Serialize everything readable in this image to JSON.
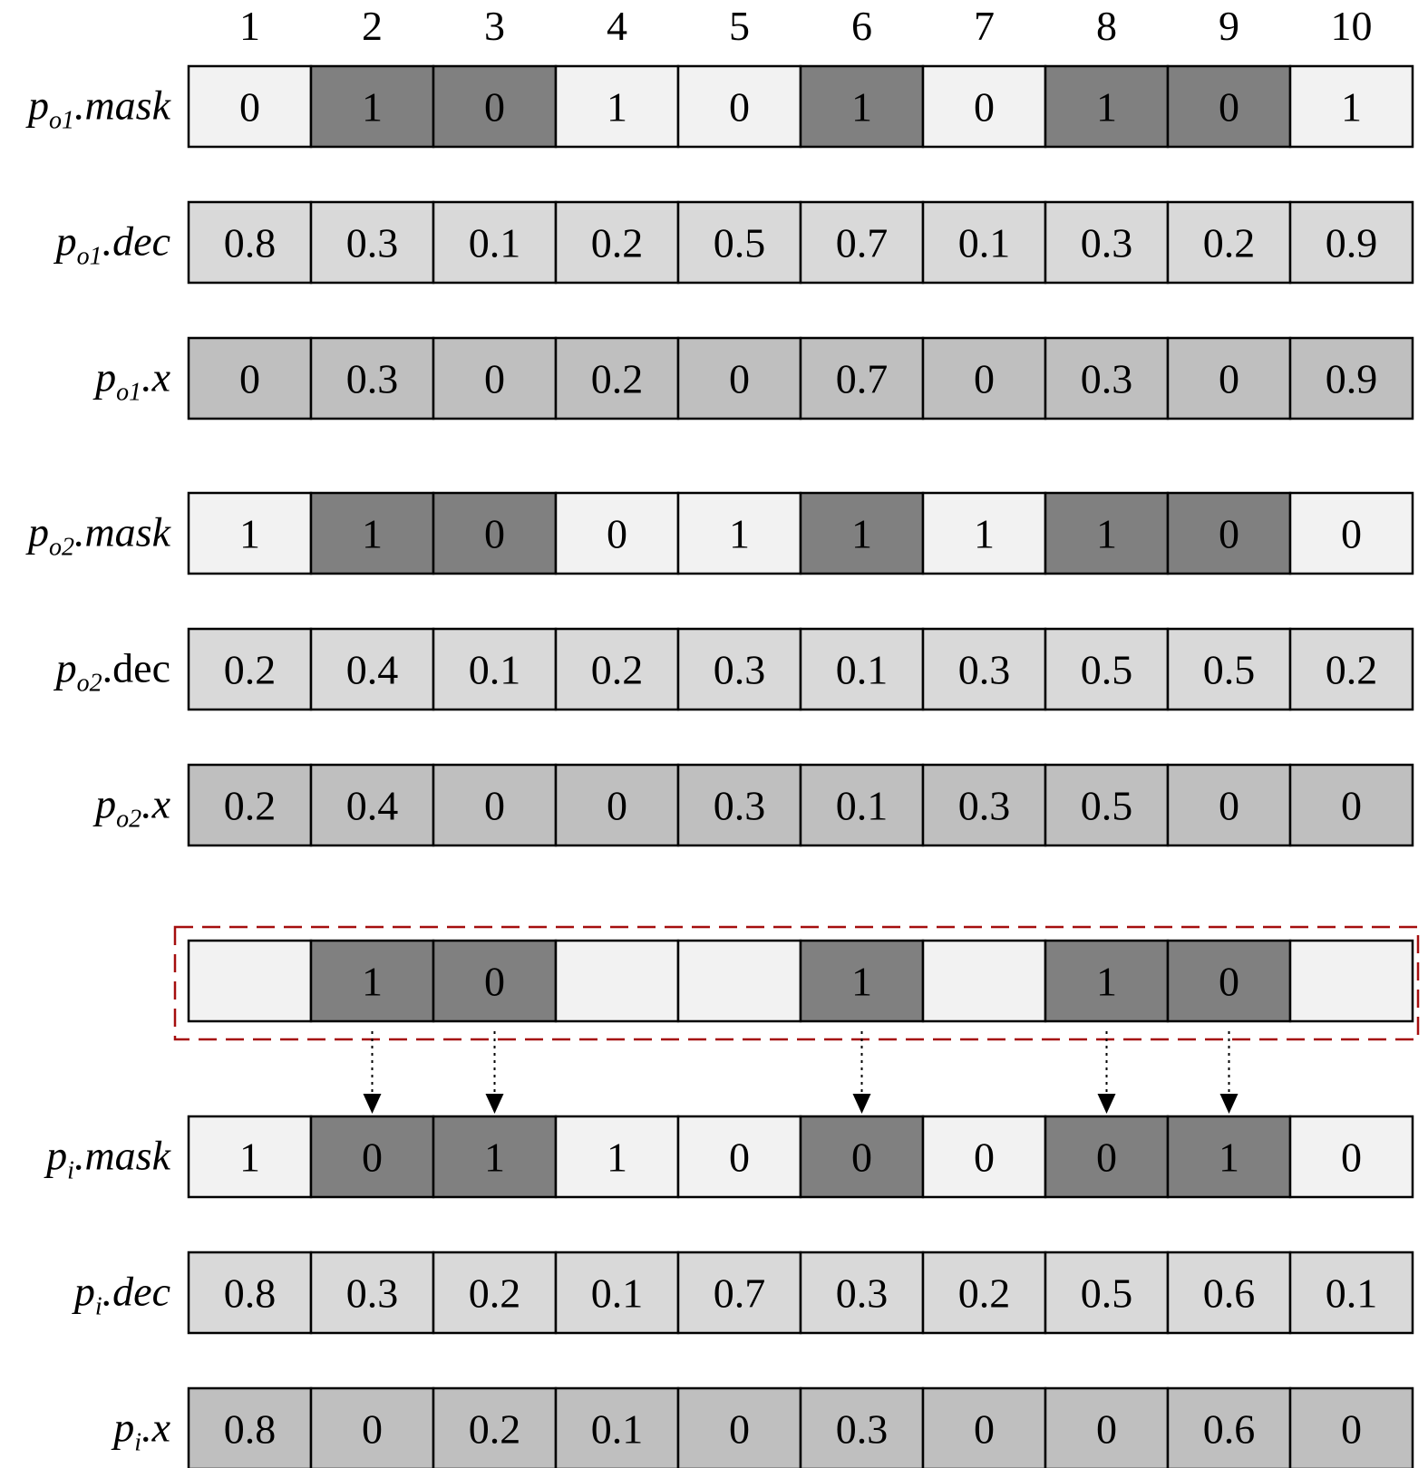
{
  "column_numbers": [
    "1",
    "2",
    "3",
    "4",
    "5",
    "6",
    "7",
    "8",
    "9",
    "10"
  ],
  "colors": {
    "light": "#f2f2f2",
    "mid": "#d9d9d9",
    "gray": "#bfbfbf",
    "dark": "#808080",
    "dashed_box": "#a50e0e"
  },
  "rows": [
    {
      "id": "po1-mask",
      "label": {
        "base": "p",
        "sub": "o1",
        "suffix": ".mask",
        "suffix_italic": true
      },
      "values": [
        "0",
        "1",
        "0",
        "1",
        "0",
        "1",
        "0",
        "1",
        "0",
        "1"
      ],
      "shades": [
        "light",
        "dark",
        "dark",
        "light",
        "light",
        "dark",
        "light",
        "dark",
        "dark",
        "light"
      ]
    },
    {
      "id": "po1-dec",
      "label": {
        "base": "p",
        "sub": "o1",
        "suffix": ".dec",
        "suffix_italic": true
      },
      "values": [
        "0.8",
        "0.3",
        "0.1",
        "0.2",
        "0.5",
        "0.7",
        "0.1",
        "0.3",
        "0.2",
        "0.9"
      ],
      "shades": [
        "mid",
        "mid",
        "mid",
        "mid",
        "mid",
        "mid",
        "mid",
        "mid",
        "mid",
        "mid"
      ]
    },
    {
      "id": "po1-x",
      "label": {
        "base": "p",
        "sub": "o1",
        "suffix": ".x",
        "suffix_italic": true
      },
      "values": [
        "0",
        "0.3",
        "0",
        "0.2",
        "0",
        "0.7",
        "0",
        "0.3",
        "0",
        "0.9"
      ],
      "shades": [
        "gray",
        "gray",
        "gray",
        "gray",
        "gray",
        "gray",
        "gray",
        "gray",
        "gray",
        "gray"
      ]
    },
    {
      "id": "po2-mask",
      "label": {
        "base": "p",
        "sub": "o2",
        "suffix": ".mask",
        "suffix_italic": true
      },
      "values": [
        "1",
        "1",
        "0",
        "0",
        "1",
        "1",
        "1",
        "1",
        "0",
        "0"
      ],
      "shades": [
        "light",
        "dark",
        "dark",
        "light",
        "light",
        "dark",
        "light",
        "dark",
        "dark",
        "light"
      ]
    },
    {
      "id": "po2-dec",
      "label": {
        "base": "p",
        "sub": "o2",
        "suffix": ".dec",
        "suffix_italic": false
      },
      "values": [
        "0.2",
        "0.4",
        "0.1",
        "0.2",
        "0.3",
        "0.1",
        "0.3",
        "0.5",
        "0.5",
        "0.2"
      ],
      "shades": [
        "mid",
        "mid",
        "mid",
        "mid",
        "mid",
        "mid",
        "mid",
        "mid",
        "mid",
        "mid"
      ]
    },
    {
      "id": "po2-x",
      "label": {
        "base": "p",
        "sub": "o2",
        "suffix": ".x",
        "suffix_italic": true
      },
      "values": [
        "0.2",
        "0.4",
        "0",
        "0",
        "0.3",
        "0.1",
        "0.3",
        "0.5",
        "0",
        "0"
      ],
      "shades": [
        "gray",
        "gray",
        "gray",
        "gray",
        "gray",
        "gray",
        "gray",
        "gray",
        "gray",
        "gray"
      ]
    },
    {
      "id": "selected",
      "label": null,
      "values": [
        "",
        "1",
        "0",
        "",
        "",
        "1",
        "",
        "1",
        "0",
        ""
      ],
      "shades": [
        "light",
        "dark",
        "dark",
        "light",
        "light",
        "dark",
        "light",
        "dark",
        "dark",
        "light"
      ]
    },
    {
      "id": "pi-mask",
      "label": {
        "base": "p",
        "sub": "i",
        "suffix": ".mask",
        "suffix_italic": true
      },
      "values": [
        "1",
        "0",
        "1",
        "1",
        "0",
        "0",
        "0",
        "0",
        "1",
        "0"
      ],
      "shades": [
        "light",
        "dark",
        "dark",
        "light",
        "light",
        "dark",
        "light",
        "dark",
        "dark",
        "light"
      ]
    },
    {
      "id": "pi-dec",
      "label": {
        "base": "p",
        "sub": "i",
        "suffix": ".dec",
        "suffix_italic": true
      },
      "values": [
        "0.8",
        "0.3",
        "0.2",
        "0.1",
        "0.7",
        "0.3",
        "0.2",
        "0.5",
        "0.6",
        "0.1"
      ],
      "shades": [
        "mid",
        "mid",
        "mid",
        "mid",
        "mid",
        "mid",
        "mid",
        "mid",
        "mid",
        "mid"
      ]
    },
    {
      "id": "pi-x",
      "label": {
        "base": "p",
        "sub": "i",
        "suffix": ".x",
        "suffix_italic": true
      },
      "values": [
        "0.8",
        "0",
        "0.2",
        "0.1",
        "0",
        "0.3",
        "0",
        "0",
        "0.6",
        "0"
      ],
      "shades": [
        "gray",
        "gray",
        "gray",
        "gray",
        "gray",
        "gray",
        "gray",
        "gray",
        "gray",
        "gray"
      ]
    }
  ],
  "arrow_columns": [
    2,
    3,
    6,
    8,
    9
  ]
}
